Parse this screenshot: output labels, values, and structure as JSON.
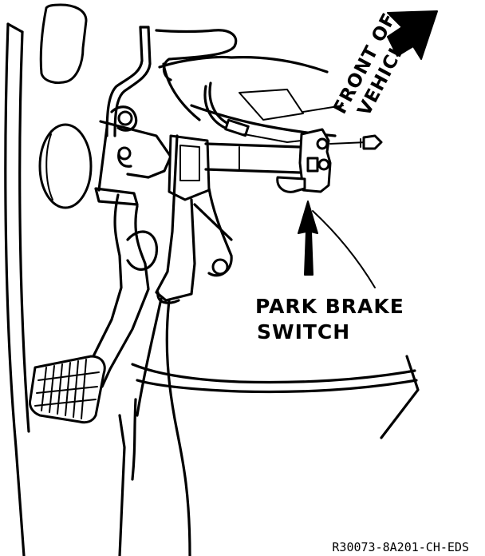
{
  "labels": {
    "front_of_vehicle_line1": "FRONT OF",
    "front_of_vehicle_line2": "VEHICLE",
    "park_brake_switch_line1": "PARK BRAKE",
    "park_brake_switch_line2": "SWITCH",
    "figure_code": "R30073-8A201-CH-EDS"
  },
  "colors": {
    "ink": "#000000",
    "paper": "#ffffff"
  }
}
